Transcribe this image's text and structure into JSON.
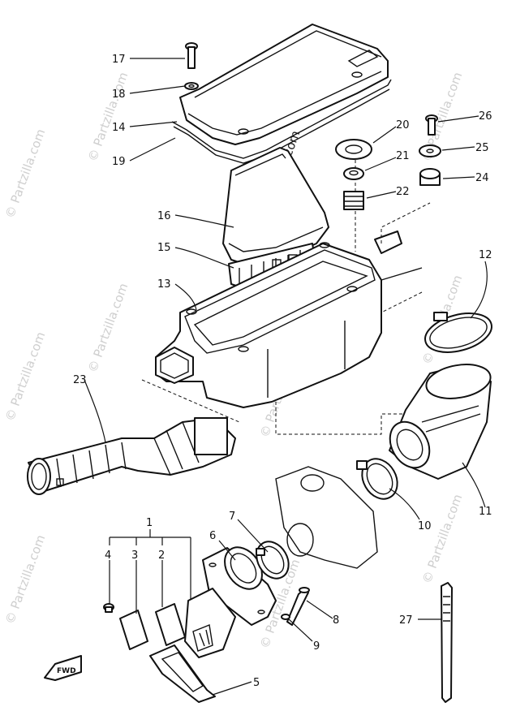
{
  "watermark": {
    "text": "© Partzilla.com",
    "color": "#cfcfcf"
  },
  "fwd_marker": "FWD",
  "callouts": [
    {
      "id": "17",
      "label": "17"
    },
    {
      "id": "18",
      "label": "18"
    },
    {
      "id": "14",
      "label": "14"
    },
    {
      "id": "19",
      "label": "19"
    },
    {
      "id": "20",
      "label": "20"
    },
    {
      "id": "26",
      "label": "26"
    },
    {
      "id": "21",
      "label": "21"
    },
    {
      "id": "25",
      "label": "25"
    },
    {
      "id": "22",
      "label": "22"
    },
    {
      "id": "24",
      "label": "24"
    },
    {
      "id": "16",
      "label": "16"
    },
    {
      "id": "15",
      "label": "15"
    },
    {
      "id": "12",
      "label": "12"
    },
    {
      "id": "13",
      "label": "13"
    },
    {
      "id": "23",
      "label": "23"
    },
    {
      "id": "11",
      "label": "11"
    },
    {
      "id": "10",
      "label": "10"
    },
    {
      "id": "1",
      "label": "1"
    },
    {
      "id": "7",
      "label": "7"
    },
    {
      "id": "6",
      "label": "6"
    },
    {
      "id": "4",
      "label": "4"
    },
    {
      "id": "3",
      "label": "3"
    },
    {
      "id": "2",
      "label": "2"
    },
    {
      "id": "8",
      "label": "8"
    },
    {
      "id": "9",
      "label": "9"
    },
    {
      "id": "27",
      "label": "27"
    },
    {
      "id": "5",
      "label": "5"
    }
  ]
}
